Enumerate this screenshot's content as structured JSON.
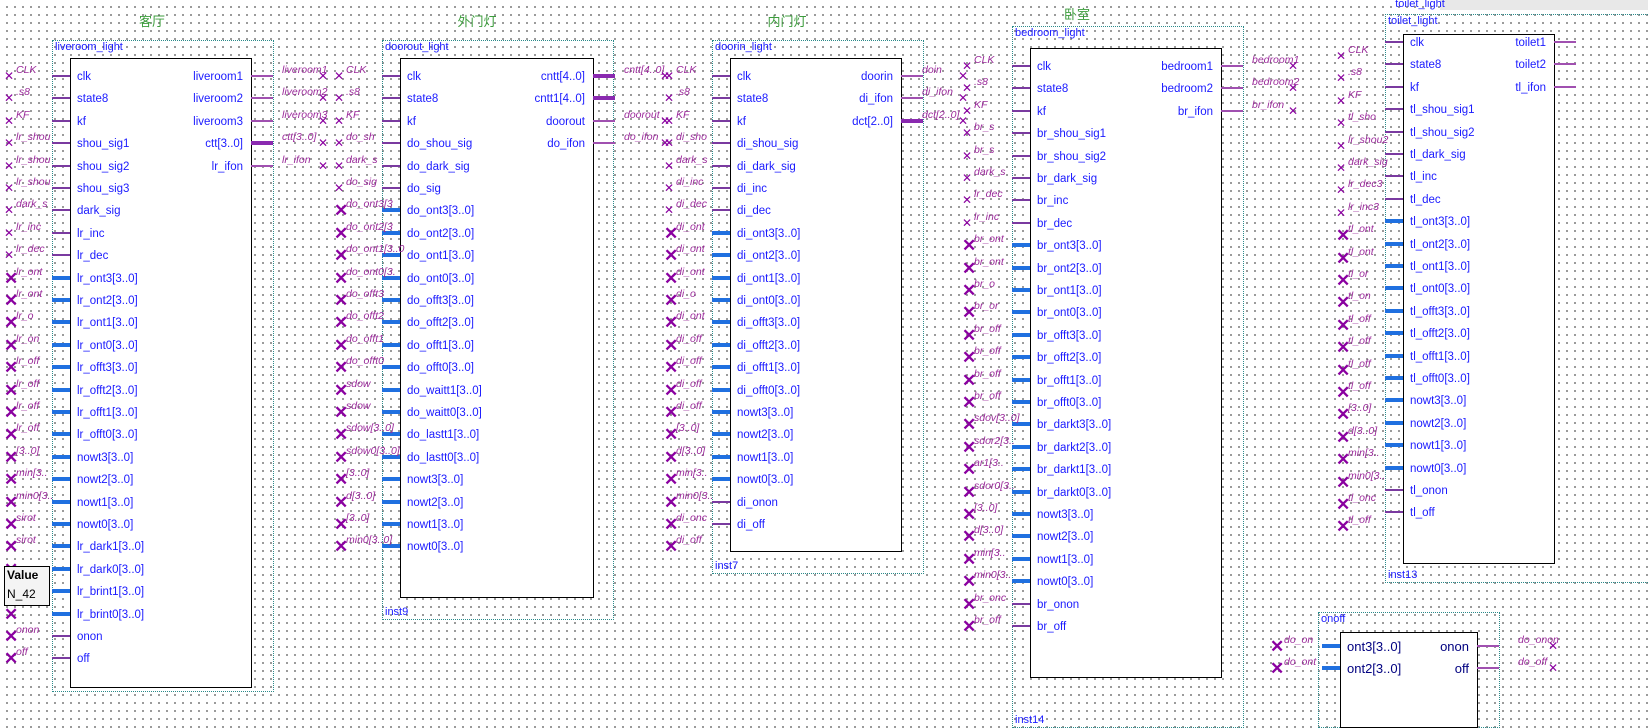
{
  "headers": [
    "客厅",
    "外门灯",
    "内门灯",
    "卧室",
    "toilet_light"
  ],
  "blocks": [
    {
      "name": "liveroom_light",
      "inst": "",
      "inputs": [
        "clk",
        "state8",
        "kf",
        "shou_sig1",
        "shou_sig2",
        "shou_sig3",
        "dark_sig",
        "lr_inc",
        "lr_dec",
        "lr_ont3[3..0]",
        "lr_ont2[3..0]",
        "lr_ont1[3..0]",
        "lr_ont0[3..0]",
        "lr_offt3[3..0]",
        "lr_offt2[3..0]",
        "lr_offt1[3..0]",
        "lr_offt0[3..0]",
        "nowt3[3..0]",
        "nowt2[3..0]",
        "nowt1[3..0]",
        "nowt0[3..0]",
        "lr_dark1[3..0]",
        "lr_dark0[3..0]",
        "lr_brint1[3..0]",
        "lr_brint0[3..0]",
        "onon",
        "off"
      ],
      "outputs": [
        "liveroom1",
        "liveroom2",
        "liveroom3",
        "ctt[3..0]",
        "lr_ifon"
      ]
    },
    {
      "name": "doorout_light",
      "inst": "inst9",
      "inputs": [
        "clk",
        "state8",
        "kf",
        "do_shou_sig",
        "do_dark_sig",
        "do_sig",
        "do_ont3[3..0]",
        "do_ont2[3..0]",
        "do_ont1[3..0]",
        "do_ont0[3..0]",
        "do_offt3[3..0]",
        "do_offt2[3..0]",
        "do_offt1[3..0]",
        "do_offt0[3..0]",
        "do_waitt1[3..0]",
        "do_waitt0[3..0]",
        "do_lastt1[3..0]",
        "do_lastt0[3..0]",
        "nowt3[3..0]",
        "nowt2[3..0]",
        "nowt1[3..0]",
        "nowt0[3..0]"
      ],
      "outputs": [
        "cntt[4..0]",
        "cntt1[4..0]",
        "doorout",
        "do_ifon"
      ]
    },
    {
      "name": "doorin_light",
      "inst": "inst7",
      "inputs": [
        "clk",
        "state8",
        "kf",
        "di_shou_sig",
        "di_dark_sig",
        "di_inc",
        "di_dec",
        "di_ont3[3..0]",
        "di_ont2[3..0]",
        "di_ont1[3..0]",
        "di_ont0[3..0]",
        "di_offt3[3..0]",
        "di_offt2[3..0]",
        "di_offt1[3..0]",
        "di_offt0[3..0]",
        "nowt3[3..0]",
        "nowt2[3..0]",
        "nowt1[3..0]",
        "nowt0[3..0]",
        "di_onon",
        "di_off"
      ],
      "outputs": [
        "doorin",
        "di_ifon",
        "dct[2..0]"
      ]
    },
    {
      "name": "bedroom_light",
      "inst": "inst14",
      "inputs": [
        "clk",
        "state8",
        "kf",
        "br_shou_sig1",
        "br_shou_sig2",
        "br_dark_sig",
        "br_inc",
        "br_dec",
        "br_ont3[3..0]",
        "br_ont2[3..0]",
        "br_ont1[3..0]",
        "br_ont0[3..0]",
        "br_offt3[3..0]",
        "br_offt2[3..0]",
        "br_offt1[3..0]",
        "br_offt0[3..0]",
        "br_darkt3[3..0]",
        "br_darkt2[3..0]",
        "br_darkt1[3..0]",
        "br_darkt0[3..0]",
        "nowt3[3..0]",
        "nowt2[3..0]",
        "nowt1[3..0]",
        "nowt0[3..0]",
        "br_onon",
        "br_off"
      ],
      "outputs": [
        "bedroom1",
        "bedroom2",
        "br_ifon"
      ]
    },
    {
      "name": "toilet_light",
      "inst": "inst13",
      "inputs": [
        "clk",
        "state8",
        "kf",
        "tl_shou_sig1",
        "tl_shou_sig2",
        "tl_dark_sig",
        "tl_inc",
        "tl_dec",
        "tl_ont3[3..0]",
        "tl_ont2[3..0]",
        "tl_ont1[3..0]",
        "tl_ont0[3..0]",
        "tl_offt3[3..0]",
        "tl_offt2[3..0]",
        "tl_offt1[3..0]",
        "tl_offt0[3..0]",
        "nowt3[3..0]",
        "nowt2[3..0]",
        "nowt1[3..0]",
        "nowt0[3..0]",
        "tl_onon",
        "tl_off"
      ],
      "outputs": [
        "toilet1",
        "toilet2",
        "tl_ifon"
      ]
    },
    {
      "name": "onoff",
      "inst": "",
      "inputs": [
        "ont3[3..0]",
        "ont2[3..0]"
      ],
      "outputs": [
        "onon",
        "off"
      ]
    }
  ],
  "left_nets": [
    "CLK",
    ".s8",
    "KF",
    "lr_shou",
    "lr_shou",
    "lr_shou",
    "dark_s",
    "lr_inc",
    "lr_dec",
    "lr_ont",
    "lr_ont",
    "lr_o",
    "lr_on",
    "lr_off",
    "lr_off",
    "lr_off",
    "lr_off",
    "[3..0]",
    "min[3..",
    "min0[3..",
    "sirot",
    "sirot",
    "",
    "",
    "",
    "onon",
    "off"
  ],
  "nets_col2": [
    "liveroom1",
    "liveroom2",
    "liveroom3",
    "ctt[3..0]",
    "lr_ifon"
  ],
  "nets_col2_in": [
    "CLK",
    ".s8",
    "KF",
    "do_sh",
    "dark_s",
    "do_sig",
    "do_ont3[3",
    "do_ont2[3",
    "do_ont1[3..0",
    "do_ont0[3.",
    "do_offt3",
    "do_offt2",
    "do_offt1",
    "do_offt0",
    "sdow",
    "sdow",
    "sdow[3..0]",
    "sdow0[3..0]",
    "[3..0]",
    "d[3..0]",
    "[3..0]",
    "min0[3..0]"
  ],
  "nets_col3": [
    "cntt[4..0]",
    "doorout",
    "do_ifon"
  ],
  "nets_col3_in": [
    "CLK",
    ".s8",
    "KF",
    "di_sho",
    "dark_s",
    "di_inc",
    "di_dec",
    "di_ont",
    "di_ont",
    "di_ont",
    "di_o",
    "di_ont",
    "di_off",
    "di_off",
    "di_off",
    "di_off",
    "[3..0]",
    "d[3..0]",
    "min[3..",
    "min0[3..",
    "di_onc",
    "di_off"
  ],
  "nets_col4": [
    "doin",
    "di_ifon",
    "dct[2..0]"
  ],
  "nets_col4_in": [
    "CLK",
    ".s8",
    "KF",
    "br_s",
    "br_s",
    "dark_s",
    "lr_dec",
    "lr_inc",
    "br_ont",
    "br_ont",
    "br_o",
    "br_or",
    "br_off",
    "br_off",
    "br_off",
    "br_off",
    "sdov[3..0]",
    "sdor2[3..",
    "ar1[3..",
    "sdor0[3..",
    "[3..0]",
    "d[3..0]",
    "min[3..",
    "min0[3..",
    "br_onc",
    "br_off"
  ],
  "nets_col5": [
    "bedroom1",
    "bedroom2",
    "br_ifon"
  ],
  "nets_col5_in": [
    "CLK",
    ".s8",
    "KF",
    "tl_sho",
    "lr_shou2",
    "dark_sig",
    "lr_dec3",
    "lr_inc3",
    "tl_ont",
    "tl_ont",
    "tl_or",
    "tl_on",
    "tl_off",
    "tl_off",
    "tl_off",
    "tl_off",
    "[3..0]",
    "d[3..0]",
    "min[3..",
    "min0[3..",
    "tl_onc",
    "tl_off"
  ],
  "nets_onoff_in": [
    "do_on",
    "do_ont"
  ],
  "nets_onoff_out": [
    "do_onon",
    "do_off"
  ],
  "value_box": {
    "label": "Value",
    "value": "N_42"
  }
}
